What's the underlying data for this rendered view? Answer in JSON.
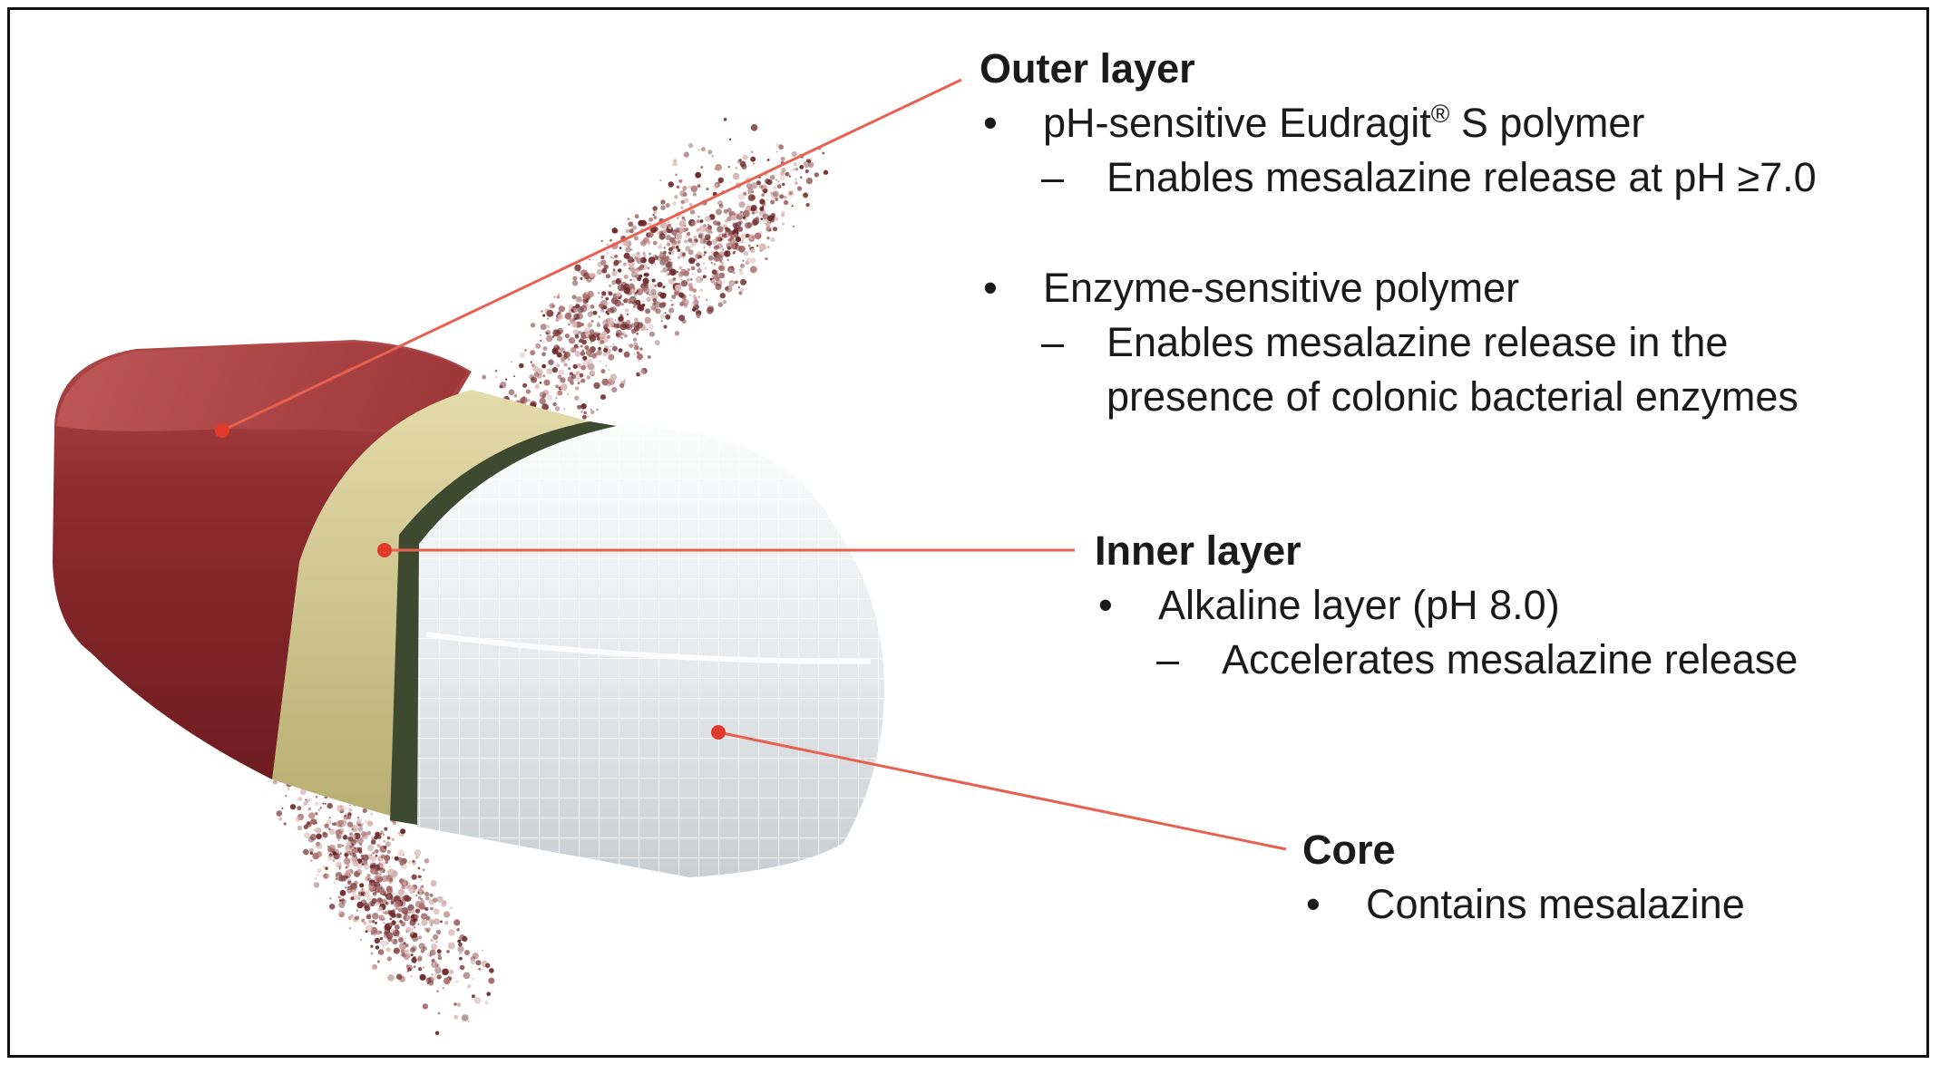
{
  "colors": {
    "leader_line": "#e8604f",
    "leader_dot": "#e23a2a",
    "outer_layer": "#8a2a2c",
    "inner_layer": "#cfc48a",
    "core": "#e3e6e8",
    "border": "#111111"
  },
  "outer": {
    "heading": "Outer layer",
    "bullet1_pre": "pH-sensitive Eudragit",
    "bullet1_sup": "®",
    "bullet1_post": " S polymer",
    "sub1": "Enables mesalazine release at pH ≥7.0",
    "bullet2": "Enzyme-sensitive polymer",
    "sub2_line1": "Enables mesalazine release in the",
    "sub2_line2": "presence of colonic bacterial enzymes"
  },
  "inner": {
    "heading": "Inner layer",
    "bullet1": "Alkaline layer (pH 8.0)",
    "sub1": "Accelerates mesalazine release"
  },
  "core": {
    "heading": "Core",
    "bullet1": "Contains mesalazine"
  },
  "marks": {
    "bullet": "•",
    "dash": "–"
  }
}
